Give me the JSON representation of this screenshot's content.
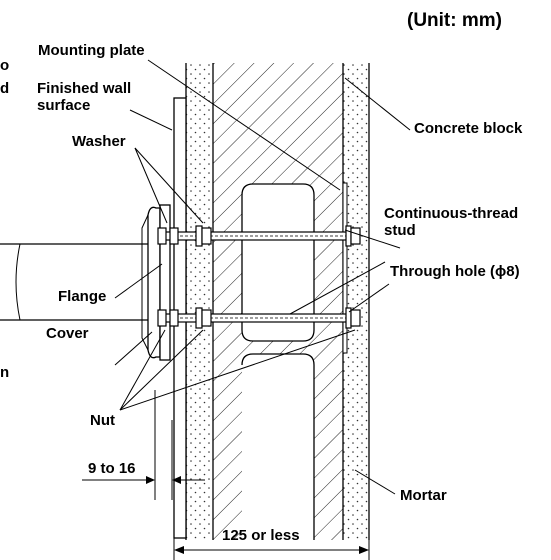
{
  "unit_note": "(Unit: mm)",
  "labels": {
    "mounting_plate": "Mounting plate",
    "finished_wall_surface_1": "Finished wall",
    "finished_wall_surface_2": "surface",
    "washer": "Washer",
    "concrete_block": "Concrete block",
    "stud_1": "Continuous-thread",
    "stud_2": "stud",
    "through_hole": "Through hole (ϕ8)",
    "flange": "Flange",
    "cover": "Cover",
    "nut": "Nut",
    "gap": "9 to 16",
    "mortar": "Mortar",
    "width": "125 or less"
  },
  "cut_off_left_text": [
    "o",
    "d",
    "n"
  ]
}
